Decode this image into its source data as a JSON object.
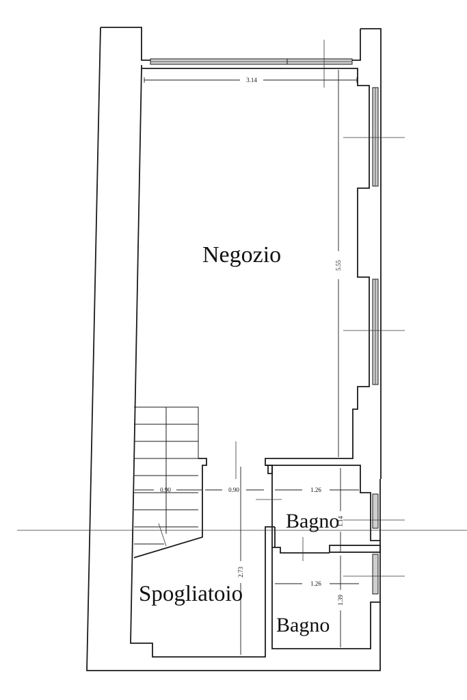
{
  "rooms": {
    "negozio": "Negozio",
    "spogliatoio": "Spogliatoio",
    "bagno_1": "Bagno",
    "bagno_2": "Bagno"
  },
  "dimensions": {
    "negozio_width": "3.14",
    "negozio_length": "5.55",
    "stair_width": "0.90",
    "corridor_width": "0.90",
    "bagno_1_width": "1.26",
    "bagno_1_length": "1.14",
    "spogliatoio_length": "2.73",
    "bagno_2_width": "1.26",
    "bagno_2_length": "1.39"
  }
}
